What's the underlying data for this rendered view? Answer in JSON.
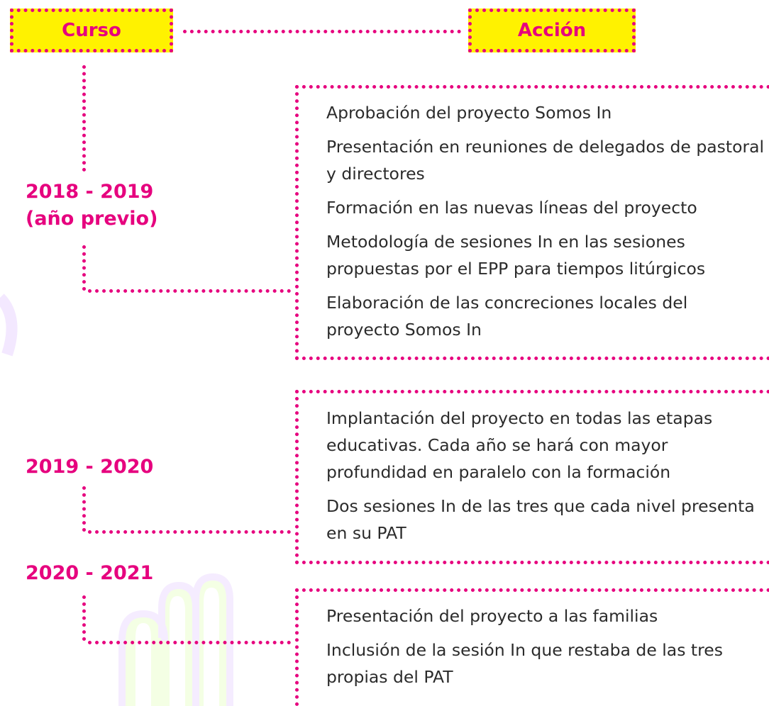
{
  "header": {
    "curso_label": "Curso",
    "accion_label": "Acción"
  },
  "rows": [
    {
      "year_line1": "2018 - 2019",
      "year_line2": "(año previo)",
      "actions": [
        "Aprobación del proyecto Somos In",
        "Presentación en reuniones de delegados de pastoral y directores",
        "Formación en las nuevas líneas del proyecto",
        "Metodología de sesiones In en las sesiones propuestas por el EPP para tiempos litúrgicos",
        "Elaboración de las concreciones locales del proyecto Somos In"
      ]
    },
    {
      "year_line1": "2019 - 2020",
      "actions": [
        "Implantación del proyecto en todas las etapas educativas. Cada año se hará con mayor profundidad en paralelo con la formación",
        "Dos sesiones In de las tres que cada nivel presenta en su PAT"
      ]
    },
    {
      "year_line1": "2020 - 2021",
      "actions": [
        "Presentación del proyecto a las familias",
        "Inclusión de la sesión In que restaba de las tres propias del PAT"
      ]
    }
  ],
  "colors": {
    "accent": "#e6007e",
    "header_fill": "#fff200",
    "text": "#2b2b2b"
  }
}
